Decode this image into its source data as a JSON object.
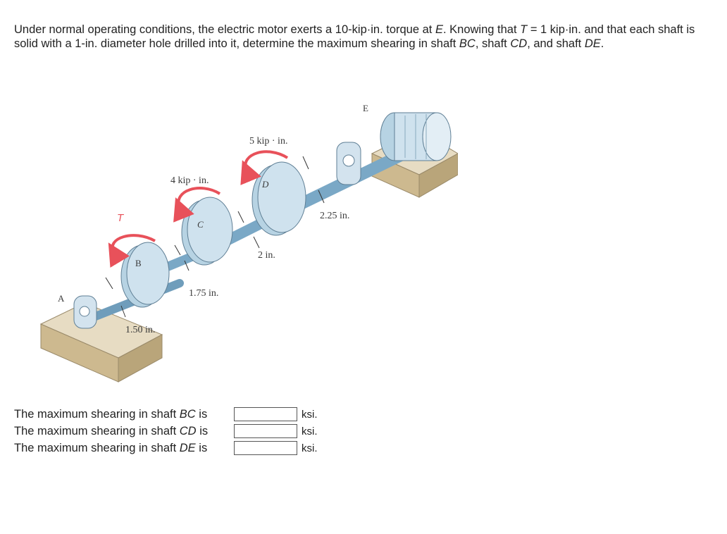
{
  "problem": {
    "p1": "Under normal operating conditions, the electric motor exerts a 10-kip·in. torque at ",
    "E1": "E",
    "p2": ". Knowing that ",
    "T1": "T",
    "p3": " = 1 kip·in. and that each shaft is solid with a 1-in. diameter hole drilled into it, determine the maximum shearing in shaft ",
    "BC1": "BC",
    "p4": ", shaft ",
    "CD1": "CD",
    "p5": ", and shaft ",
    "DE1": "DE",
    "p6": "."
  },
  "figure": {
    "labels": {
      "A": "A",
      "B": "B",
      "C": "C",
      "D": "D",
      "E": "E",
      "T": "T",
      "torque_C": "4 kip · in.",
      "torque_D": "5 kip · in.",
      "dim_AB": "1.50 in.",
      "dim_BC": "1.75 in.",
      "dim_CD": "2 in.",
      "dim_DE": "2.25 in."
    },
    "colors": {
      "arrow": "#e8515a",
      "shaft": "#8fb6cf",
      "disk": "#b7d3e3",
      "base": "#d9c9a8"
    }
  },
  "answers": [
    {
      "prefix": "The maximum shearing in shaft ",
      "shaft": "BC",
      "suffix": " is",
      "value": "",
      "unit": "ksi."
    },
    {
      "prefix": "The maximum shearing in shaft ",
      "shaft": "CD",
      "suffix": " is",
      "value": "",
      "unit": "ksi."
    },
    {
      "prefix": "The maximum shearing in shaft ",
      "shaft": "DE",
      "suffix": " is",
      "value": "",
      "unit": "ksi."
    }
  ]
}
